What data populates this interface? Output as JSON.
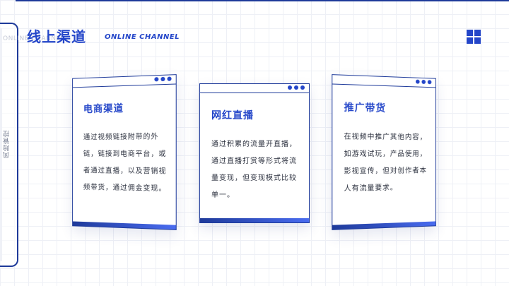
{
  "header": {
    "title": "线上渠道",
    "subtitle": "ONLINE CHANNEL"
  },
  "side_tab": {
    "label": "风险管控"
  },
  "cards": [
    {
      "title": "电商渠道",
      "body": "通过视频链接附带的外链，链接到电商平台，或者通过直播，以及营销视频带货，通过佣金变现。"
    },
    {
      "title": "网红直播",
      "body": "通过积累的流量开直播，通过直播打赏等形式将流量变现，但变现模式比较单一。"
    },
    {
      "title": "推广带货",
      "body": "在视频中推广其他内容，如游戏试玩，产品使用，影视宣传，但对创作者本人有流量要求。"
    }
  ],
  "colors": {
    "accent": "#2446c9",
    "frame": "#1e3a9a",
    "text": "#2a2f3d"
  },
  "icons": {
    "grid": "grid-icon",
    "window_dots": "dots-icon"
  }
}
